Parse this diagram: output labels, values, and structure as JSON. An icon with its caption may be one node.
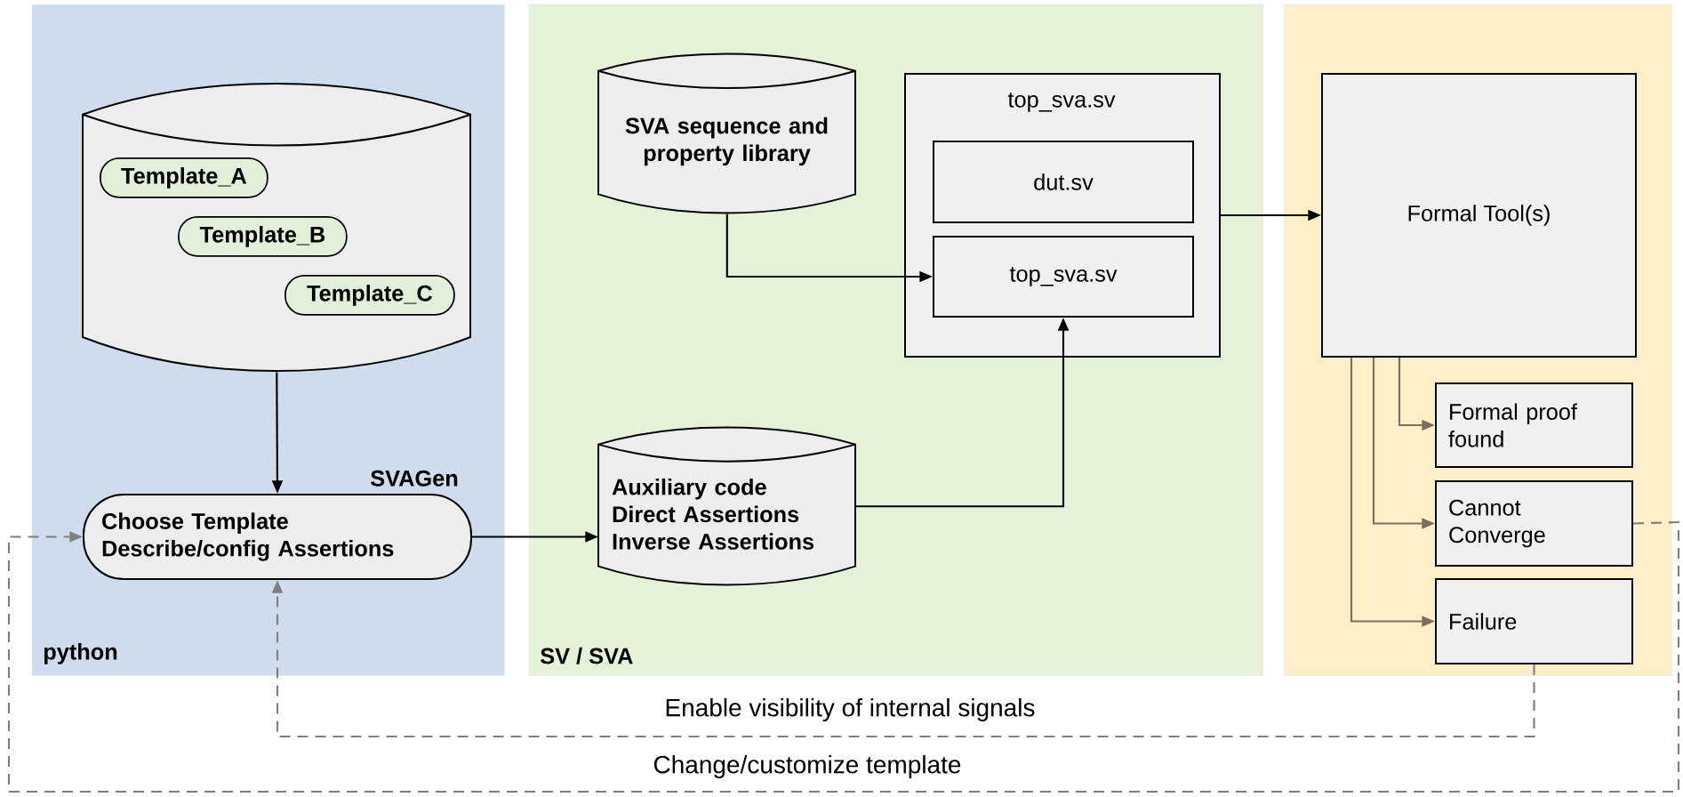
{
  "diagram": {
    "nodes": [
      {
        "text": [
          "python"
        ]
      },
      {
        "text": [],
        "shape": "cylinder",
        "in": 0
      },
      {
        "text": [
          "Template_A"
        ],
        "in": 1
      },
      {
        "text": [
          "Template_B"
        ],
        "in": 1
      },
      {
        "text": [
          "Template_C"
        ],
        "in": 1
      },
      {
        "text": [
          "Choose Template",
          "Describe/config Assertions"
        ],
        "beside": [
          "SVAGen"
        ],
        "in": 0
      },
      {
        "text": [
          "SV / SVA"
        ]
      },
      {
        "text": [
          "SVA sequence and property library"
        ],
        "in": 6
      },
      {
        "text": [
          "top_sva.sv"
        ],
        "in": 6
      },
      {
        "text": [
          "dut.sv"
        ],
        "in": 8
      },
      {
        "text": [
          "top_sva.sv"
        ],
        "in": 8
      },
      {
        "text": [
          "Auxiliary code",
          "Direct Assertions",
          "Inverse Assertions"
        ],
        "in": 6
      },
      {
        "text": [],
        "shape": "box"
      },
      {
        "text": [
          "Formal Tool(s)"
        ],
        "in": 12
      },
      {
        "text": [
          "Formal proof found"
        ],
        "in": 12
      },
      {
        "text": [
          "Cannot Converge"
        ],
        "in": 12
      },
      {
        "text": [
          "Failure"
        ],
        "in": 12
      }
    ],
    "edges": [
      {
        "from": 1,
        "to": 5,
        "arrow": "to"
      },
      {
        "from": 5,
        "to": 11,
        "arrow": "to"
      },
      {
        "from": 7,
        "to": 10,
        "arrow": "to"
      },
      {
        "from": 11,
        "to": 10,
        "arrow": "to"
      },
      {
        "from": 8,
        "to": 13,
        "arrow": "to"
      },
      {
        "from": 13,
        "to": 14,
        "arrow": "to",
        "color": "#7a705c"
      },
      {
        "from": 13,
        "to": 15,
        "arrow": "to",
        "color": "#7a705c"
      },
      {
        "from": 13,
        "to": 16,
        "arrow": "to",
        "color": "#7a705c"
      },
      {
        "from": 16,
        "to": 5,
        "arrow": "to",
        "style": "dashed",
        "color": "#7f7f7f",
        "label": "Enable visibility of internal signals"
      },
      {
        "from": 15,
        "to": 5,
        "arrow": "to",
        "style": "dashed",
        "color": "#7f7f7f",
        "label": "Change/customize template"
      }
    ]
  }
}
